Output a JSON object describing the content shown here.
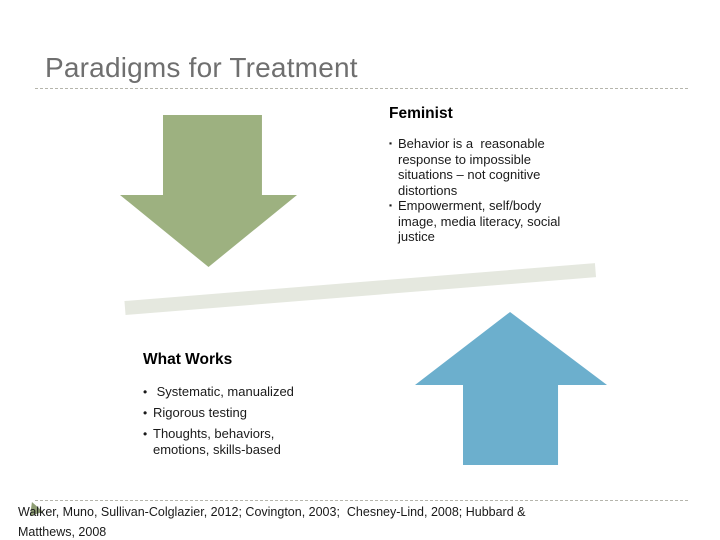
{
  "slide": {
    "title": "Paradigms for Treatment"
  },
  "feminist": {
    "heading": "Feminist",
    "bullets": [
      {
        "marker": "▪",
        "text": "Behavior is a  reasonable\nresponse to impossible\nsituations – not cognitive\ndistortions"
      },
      {
        "marker": "▪",
        "text": "Empowerment, self/body\nimage, media literacy, social\njustice"
      }
    ]
  },
  "what_works": {
    "heading": "What Works",
    "bullets": [
      {
        "marker": "•",
        "text": " Systematic, manualized"
      },
      {
        "marker": "•",
        "text": "Rigorous testing"
      },
      {
        "marker": "•",
        "text": "Thoughts, behaviors,\nemotions, skills-based"
      }
    ]
  },
  "footer": {
    "citation": "Walker, Muno, Sullivan-Colglazier, 2012; Covington, 2003;  Chesney-Lind, 2008; Hubbard &\nMatthews, 2008"
  },
  "colors": {
    "title_text": "#6f6f6f",
    "body_text": "#1a1a1a",
    "green_arrow": "#9db180",
    "blue_arrow": "#6cafcd",
    "seesaw_bar": "#e5e8df",
    "divider": "#b5b5ac",
    "footer_glyph": "#8f9e74"
  }
}
